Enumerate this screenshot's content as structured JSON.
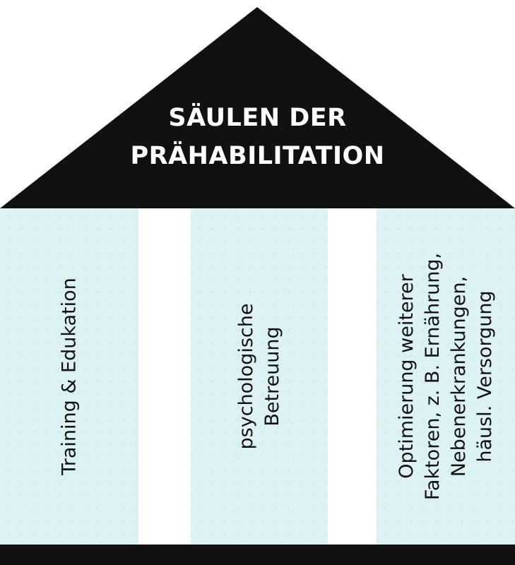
{
  "roof": {
    "title_line1": "SÄULEN DER",
    "title_line2": "PRÄHABILITATION",
    "color": "#111111"
  },
  "pillars": [
    {
      "lines": [
        "Training & Edukation"
      ]
    },
    {
      "lines": [
        "psychologische",
        "Betreuung"
      ]
    },
    {
      "lines": [
        "Optimierung weiterer",
        "Faktoren, z. B. Ernährung,",
        "Nebenerkrankungen,",
        "häusl. Versorgung"
      ]
    }
  ],
  "colors": {
    "pillar_fill": "#dcf1f3",
    "roof_fill": "#111111",
    "base_fill": "#111111",
    "background": "#ffffff",
    "title_text": "#ffffff"
  }
}
